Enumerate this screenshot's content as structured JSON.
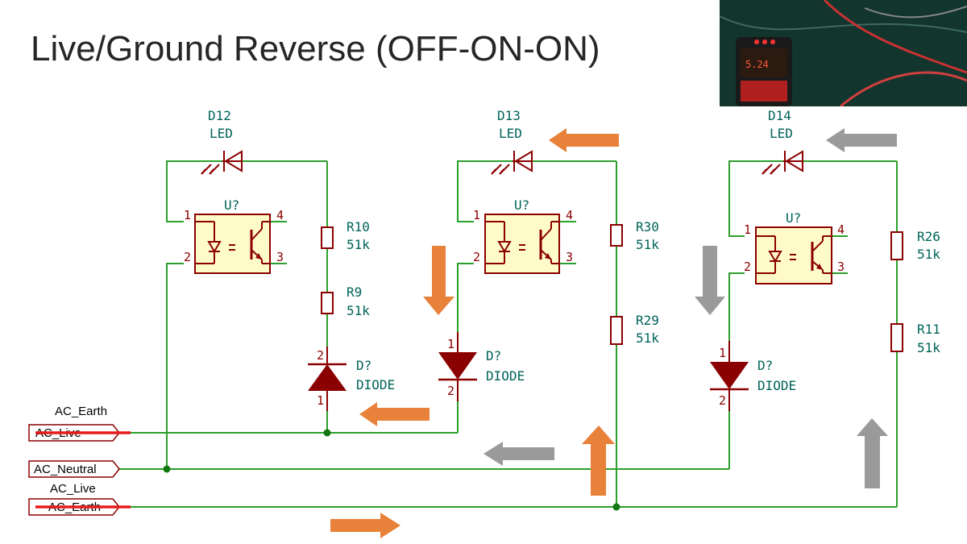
{
  "title": "Live/Ground Reverse (OFF-ON-ON)",
  "colors": {
    "wire": "#2ca02c",
    "component": "#8b0000",
    "label": "#00635a",
    "optobody": "#fffbc8",
    "arrow_active": "#e8813a",
    "arrow_inactive": "#9a9a9a",
    "strike": "#e81b1b"
  },
  "photo_icon": "outlet-tester-photo",
  "nets": {
    "earth_annotation": "AC_Earth",
    "live_port": "AC_Live",
    "neutral_port": "AC_Neutral",
    "live_annotation": "AC_Live",
    "earth_port": "AC_Earth"
  },
  "circuits": [
    {
      "led_ref": "D12",
      "led_val": "LED",
      "opto_ref": "U?",
      "r_top_ref": "R10",
      "r_top_val": "51k",
      "r_bot_ref": "R9",
      "r_bot_val": "51k",
      "diode_ref": "D?",
      "diode_val": "DIODE"
    },
    {
      "led_ref": "D13",
      "led_val": "LED",
      "opto_ref": "U?",
      "r_top_ref": "R30",
      "r_top_val": "51k",
      "r_bot_ref": "R29",
      "r_bot_val": "51k",
      "diode_ref": "D?",
      "diode_val": "DIODE"
    },
    {
      "led_ref": "D14",
      "led_val": "LED",
      "opto_ref": "U?",
      "r_top_ref": "R26",
      "r_top_val": "51k",
      "r_bot_ref": "R11",
      "r_bot_val": "51k",
      "diode_ref": "D?",
      "diode_val": "DIODE"
    }
  ],
  "pins": {
    "p1": "1",
    "p2": "2",
    "p3": "3",
    "p4": "4"
  }
}
